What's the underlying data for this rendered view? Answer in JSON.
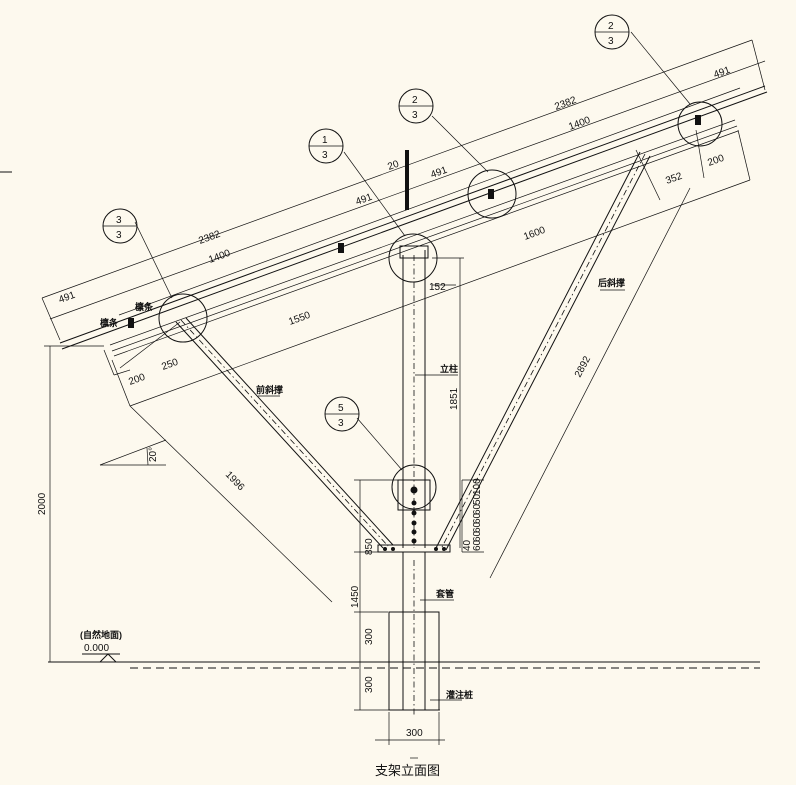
{
  "drawing": {
    "caption": "支架立面图",
    "ground_label": "(自然地面)",
    "ground_elevation": "0.000",
    "angle": "20°",
    "labels": {
      "purlin": "檩条",
      "front_brace": "前斜撑",
      "rear_brace": "后斜撑",
      "column": "立柱",
      "sleeve": "套管",
      "pile": "灌注桩"
    },
    "details": [
      {
        "top": "2",
        "bottom": "3"
      },
      {
        "top": "2",
        "bottom": "3"
      },
      {
        "top": "1",
        "bottom": "3"
      },
      {
        "top": "3",
        "bottom": "3"
      },
      {
        "top": "5",
        "bottom": "3"
      }
    ],
    "dimensions": {
      "top_total": "2382",
      "top_total_b": "2382",
      "top_left": "491",
      "top_right": "491",
      "mid_left": "1400",
      "mid_right": "1400",
      "mid_small_a": "491",
      "mid_small_b": "491",
      "mid_small_20": "20",
      "lower_1550": "1550",
      "lower_1600": "1600",
      "end_200_left": "200",
      "end_250": "250",
      "end_200_right": "200",
      "d_352": "352",
      "d_152": "152",
      "d_1851": "1851",
      "d_2892": "2892",
      "d_1996": "1996",
      "d_2000": "2000",
      "d_850": "850",
      "d_1450": "1450",
      "d_300_upper": "300",
      "d_300_lower": "300",
      "d_300_width": "300",
      "hole_spacing": [
        "100",
        "50",
        "60",
        "60",
        "60",
        "60",
        "60",
        "40"
      ]
    }
  }
}
